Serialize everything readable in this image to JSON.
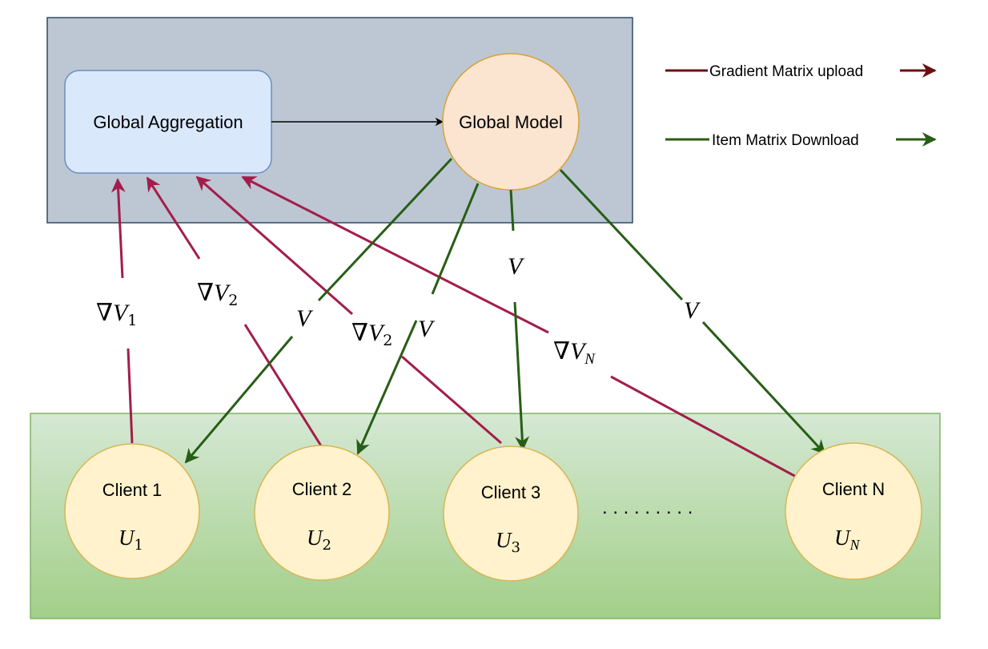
{
  "server": {
    "aggregation_label": "Global Aggregation",
    "model_label": "Global Model"
  },
  "legend": {
    "upload_label": "Gradient Matrix upload",
    "download_label": "Item Matrix Download"
  },
  "clients": [
    {
      "name": "Client 1",
      "var": "U",
      "sub": "1"
    },
    {
      "name": "Client 2",
      "var": "U",
      "sub": "2"
    },
    {
      "name": "Client 3",
      "var": "U",
      "sub": "3"
    },
    {
      "name": "Client N",
      "var": "U",
      "sub": "N"
    }
  ],
  "ellipsis": ". . . . . . . . .",
  "edge_labels": {
    "grad_1": {
      "nabla": "∇",
      "var": "V",
      "sub": "1"
    },
    "grad_2a": {
      "nabla": "∇",
      "var": "V",
      "sub": "2"
    },
    "grad_2b": {
      "nabla": "∇",
      "var": "V",
      "sub": "2"
    },
    "grad_n": {
      "nabla": "∇",
      "var": "V",
      "sub": "N"
    },
    "down_1": "V",
    "down_2": "V",
    "down_3": "V",
    "down_n": "V"
  },
  "colors": {
    "server_bg": "#bcc7d3",
    "server_border": "#2e4a63",
    "aggregation_fill": "#dae8fc",
    "aggregation_border": "#6c8ebf",
    "model_fill": "#fbe4d0",
    "model_border": "#d6a339",
    "client_fill": "#fff2cc",
    "client_border": "#d6b656",
    "client_area_top": "#d5e8d4",
    "client_area_bottom": "#a2cf88",
    "client_area_border": "#82b366",
    "upload_color": "#a31d4a",
    "legend_upload_color": "#6b1010",
    "download_color": "#275e16"
  }
}
